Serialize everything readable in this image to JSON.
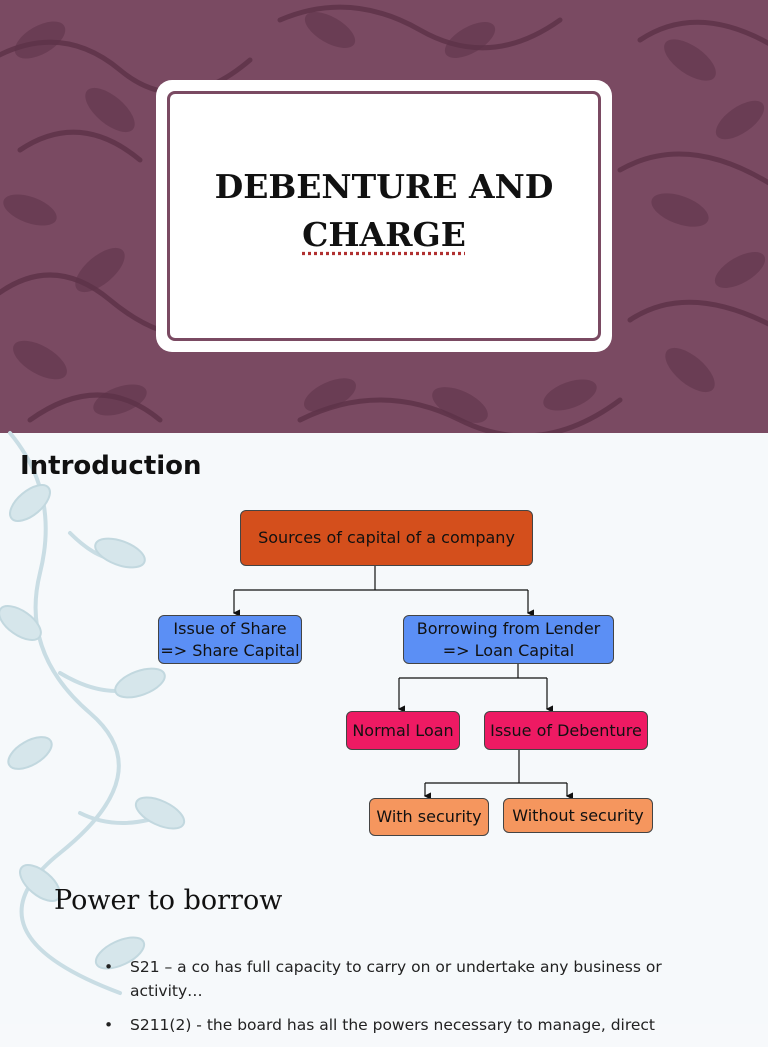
{
  "slide1": {
    "title_line1": "DEBENTURE AND",
    "title_line2": "CHARGE"
  },
  "slide2": {
    "heading": "Introduction",
    "diagram": {
      "root": "Sources of capital of a company",
      "share_line1": "Issue of Share",
      "share_line2": "=> Share Capital",
      "borrow_line1": "Borrowing from Lender",
      "borrow_line2": "=> Loan Capital",
      "normal_loan": "Normal Loan",
      "debenture": "Issue of Debenture",
      "with_security": "With security",
      "without_security": "Without security"
    },
    "section_title": "Power to borrow",
    "bullets": [
      "S21 – a co has full capacity to carry on or undertake any business or activity…",
      "S211(2) - the board has all the powers necessary to manage, direct"
    ]
  },
  "colors": {
    "slide1_bg": "#7a4a62",
    "root_box": "#d44f1c",
    "blue_box": "#5b8ff5",
    "pink_box": "#ee1a63",
    "orange_box": "#f5965e"
  }
}
